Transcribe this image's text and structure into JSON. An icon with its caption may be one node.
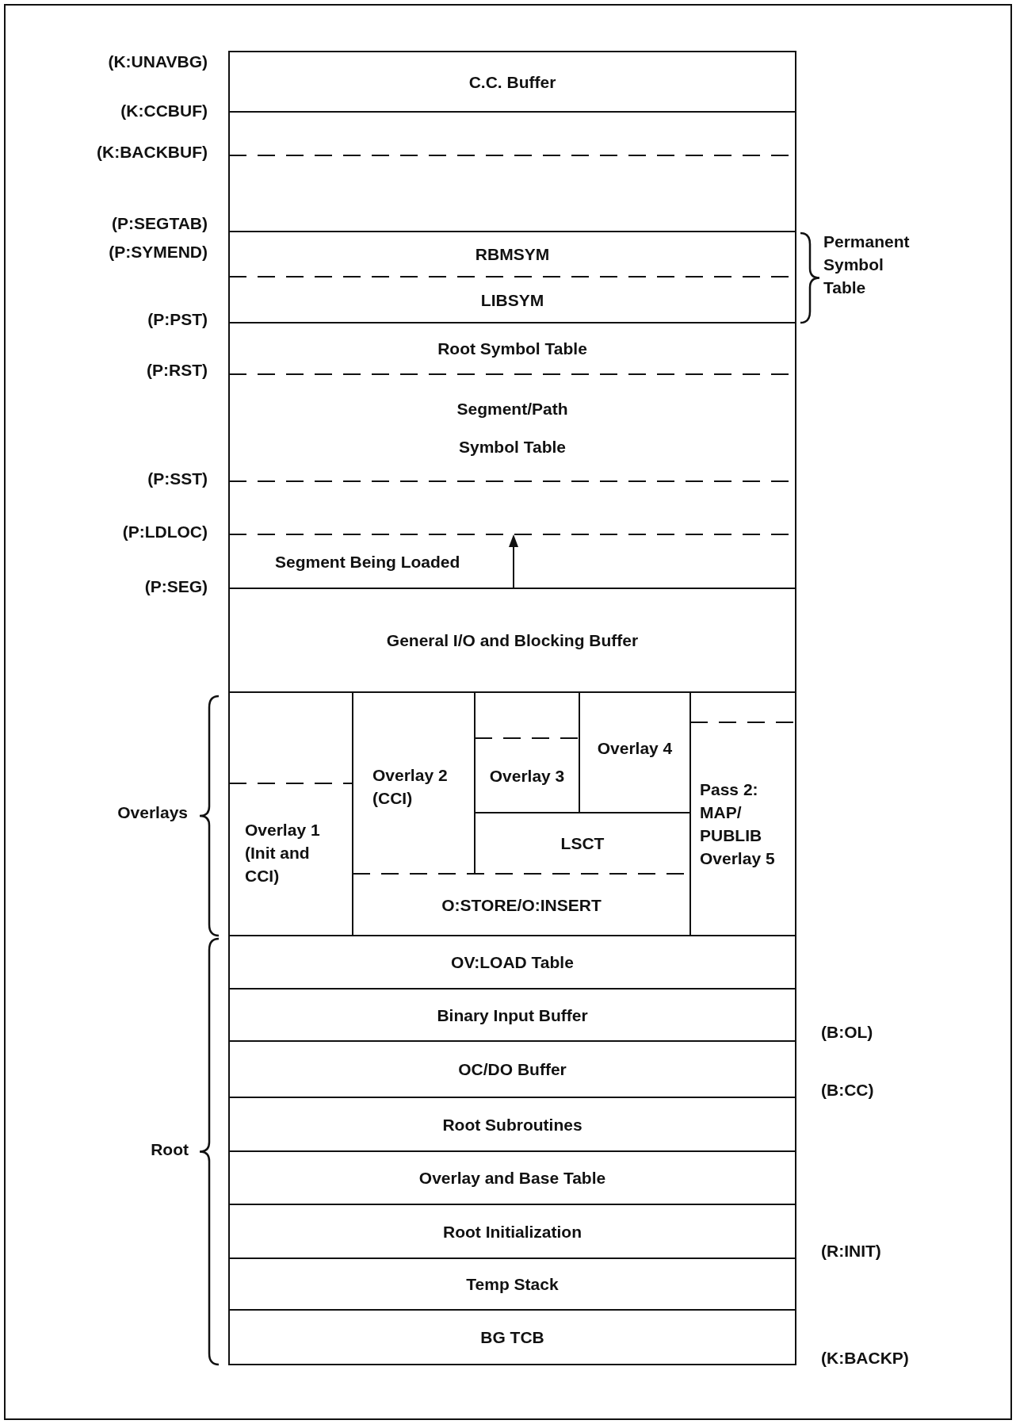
{
  "diagram": {
    "nodes": [
      {
        "text": [
          "C.C. Buffer"
        ]
      },
      {
        "text": [
          "RBMSYM"
        ]
      },
      {
        "text": [
          "LIBSYM"
        ]
      },
      {
        "text": [
          "Root Symbol Table"
        ]
      },
      {
        "text": [
          "Segment/Path Symbol Table"
        ]
      },
      {
        "text": [
          "Segment Being Loaded"
        ]
      },
      {
        "text": [
          "General I/O and Blocking Buffer"
        ]
      },
      {
        "text": [
          "Overlay 2 (CCI)"
        ]
      },
      {
        "text": [
          "Overlay 3"
        ]
      },
      {
        "text": [
          "Overlay 4"
        ]
      },
      {
        "text": [
          "Overlay 1 (Init and CCI)"
        ]
      },
      {
        "text": [
          "LSCT"
        ]
      },
      {
        "text": [
          "Pass 2: MAP/ PUBLIB Overlay 5"
        ]
      },
      {
        "text": [
          "O:STORE/O:INSERT"
        ]
      },
      {
        "text": [
          "OV:LOAD Table"
        ]
      },
      {
        "text": [
          "Binary Input Buffer"
        ]
      },
      {
        "text": [
          "OC/DO Buffer"
        ]
      },
      {
        "text": [
          "Root Subroutines"
        ]
      },
      {
        "text": [
          "Overlay and Base Table"
        ]
      },
      {
        "text": [
          "Root Initialization"
        ]
      },
      {
        "text": [
          "Temp Stack"
        ]
      },
      {
        "text": [
          "BG TCB"
        ]
      }
    ],
    "labels": [
      "(K:UNAVBG)",
      "(K:CCBUF)",
      "(K:BACKBUF)",
      "(P:SEGTAB)",
      "(P:SYMEND)",
      "Permanent Symbol Table",
      "(P:PST)",
      "(P:RST)",
      "(P:SST)",
      "(P:LDLOC)",
      "(P:SEG)",
      "Overlays",
      "Root",
      "(B:OL)",
      "(B:CC)",
      "(R:INIT)",
      "(K:BACKP)"
    ]
  }
}
